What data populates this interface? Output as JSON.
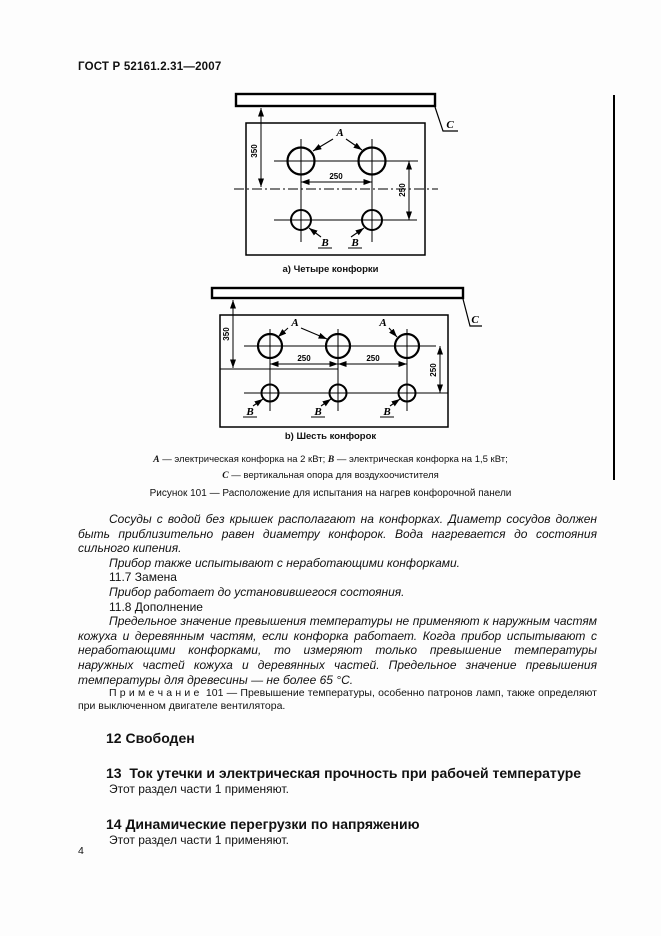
{
  "page": {
    "header": "ГОСТ Р 52161.2.31—2007",
    "page_number": "4"
  },
  "figure": {
    "caption": "Рисунок 101 — Расположение для испытания на нагрев конфорочной панели",
    "four_burner": {
      "caption": "а) Четыре конфорки",
      "label_a": "A",
      "label_b": "B",
      "label_c": "C",
      "dim_depth": "350",
      "dim_width": "250",
      "dim_height": "250"
    },
    "six_burner": {
      "caption": "b) Шесть конфорок",
      "label_a": "A",
      "label_b": "B",
      "label_c": "C",
      "dim_depth": "350",
      "dim_width_1": "250",
      "dim_width_2": "250",
      "dim_height": "250"
    },
    "legend": {
      "a_label": "А",
      "a_text": " — электрическая конфорка на 2 кВт; ",
      "b_label": "В",
      "b_text": " — электрическая конфорка на 1,5 кВт;",
      "c_label": "С",
      "c_text": " — вертикальная опора для воздухоочистителя"
    }
  },
  "body": {
    "p1": "Сосуды с водой без крышек располагают на конфорках. Диаметр сосудов должен быть прибли­зительно равен диаметру конфорок. Вода нагревается до состояния сильного кипения.",
    "p2": "Прибор также испытывают с неработающими конфорками.",
    "p3": "11.7 Замена",
    "p4": "Прибор работает до установившегося состояния.",
    "p5": "11.8 Дополнение",
    "p6": "Предельное значение превышения температуры не применяют к наружным частям кожуха и деревянным частям, если конфорка работает. Когда прибор испытывают с неработающими кон­форками, то измеряют только превышение температуры наружных частей кожуха и деревянных частей. Предельное значение превышения температуры для древесины — не более 65 °С.",
    "note": "П р и м е ч а н и е  101 — Превышение температуры, особенно патронов ламп, также определяют при выключенном двигателе вентилятора."
  },
  "sections": {
    "s12_title": "12 Свободен",
    "s13_title": "13  Ток утечки и электрическая прочность при рабочей температуре",
    "s13_body": "Этот раздел части 1 применяют.",
    "s14_title": "14 Динамические перегрузки по напряжению",
    "s14_body": "Этот раздел части 1 применяют."
  }
}
